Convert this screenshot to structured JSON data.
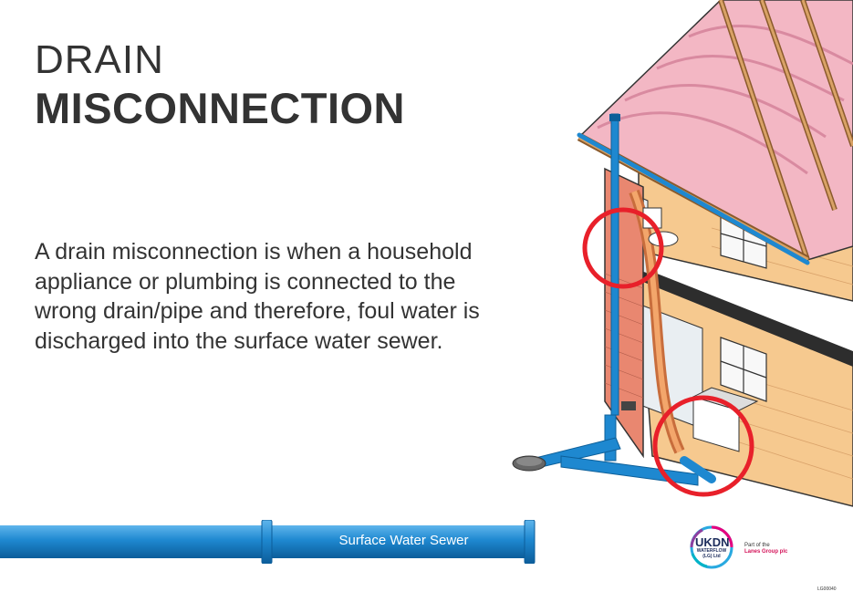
{
  "title": {
    "line1": "DRAIN",
    "line2": "MISCONNECTION"
  },
  "description": "A drain misconnection is when a household appliance or plumbing is connected to the wrong drain/pipe and therefore, foul water is discharged into the surface water sewer.",
  "sewer": {
    "label": "Surface Water Sewer",
    "color": "#1e88d0"
  },
  "callout_color": "#e8202a",
  "logo": {
    "line1": "UKDN",
    "line2": "WATERFLOW",
    "line3": "(LG) Ltd"
  },
  "part_of": {
    "prefix": "Part of the",
    "brand": "Lanes Group plc"
  },
  "reference_code": "LG00040"
}
